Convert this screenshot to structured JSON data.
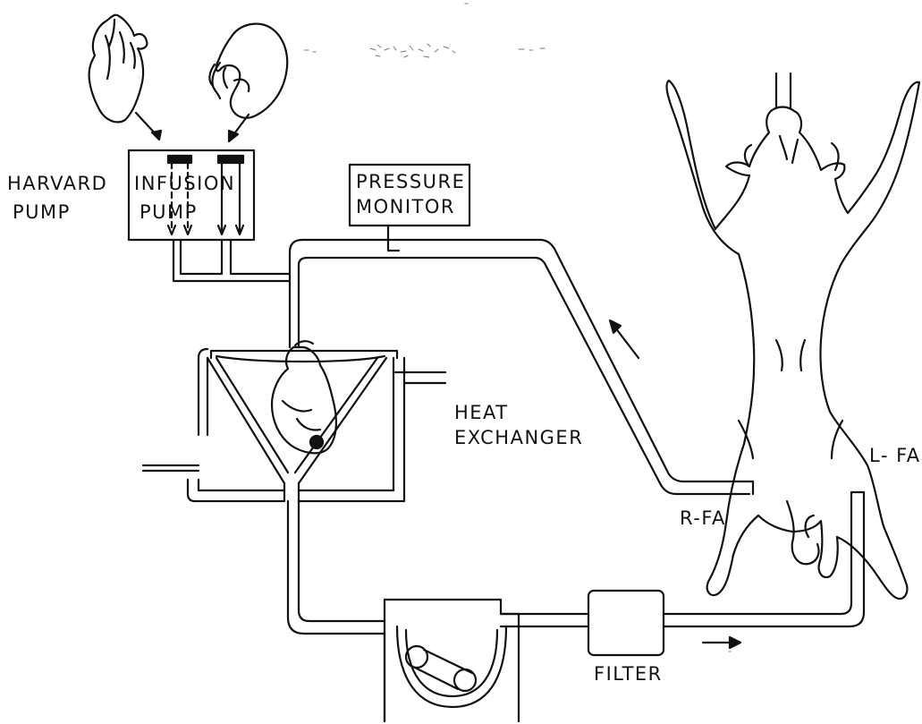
{
  "labels": {
    "harvard_pump_line1": "HARVARD",
    "harvard_pump_line2": "PUMP",
    "infusion_pump_line1": "INFUSION",
    "infusion_pump_line2": "PUMP",
    "pressure_monitor_line1": "PRESSURE",
    "pressure_monitor_line2": "MONITOR",
    "heat_exchanger_line1": "HEAT",
    "heat_exchanger_line2": "EXCHANGER",
    "filter": "FILTER",
    "r_fa": "R-FA",
    "l_fa": "L- FA"
  },
  "colors": {
    "ink": "#111111",
    "paper": "#ffffff"
  }
}
